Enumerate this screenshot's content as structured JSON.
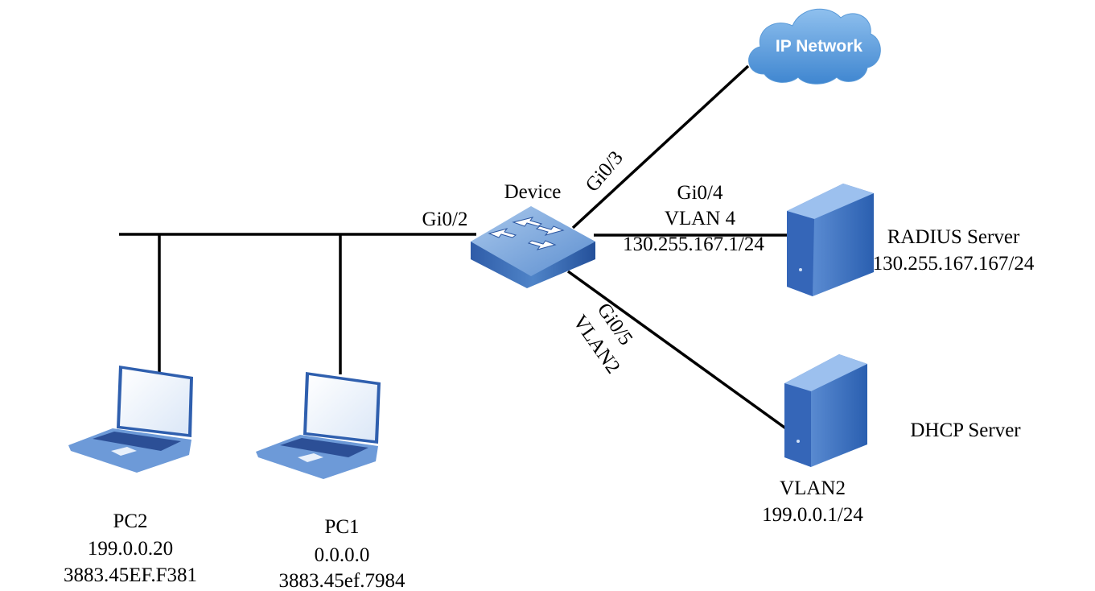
{
  "cloud": {
    "label": "IP Network"
  },
  "device": {
    "label": "Device"
  },
  "ports": {
    "gi02": "Gi0/2",
    "gi03": "Gi0/3",
    "gi04": "Gi0/4",
    "gi04_vlan": "VLAN 4",
    "gi04_ip": "130.255.167.1/24",
    "gi05": "Gi0/5",
    "gi05_vlan": "VLAN2"
  },
  "radius": {
    "name": "RADIUS Server",
    "ip": "130.255.167.167/24"
  },
  "dhcp": {
    "name": "DHCP Server",
    "vlan": "VLAN2",
    "ip": "199.0.0.1/24"
  },
  "pc2": {
    "name": "PC2",
    "ip": "199.0.0.20",
    "mac": "3883.45EF.F381"
  },
  "pc1": {
    "name": "PC1",
    "ip": "0.0.0.0",
    "mac": "3883.45ef.7984"
  },
  "colors": {
    "blue_dark": "#2a55a0",
    "blue_mid": "#4a7fc8",
    "blue_light": "#8fb4e6",
    "line": "#000000"
  }
}
